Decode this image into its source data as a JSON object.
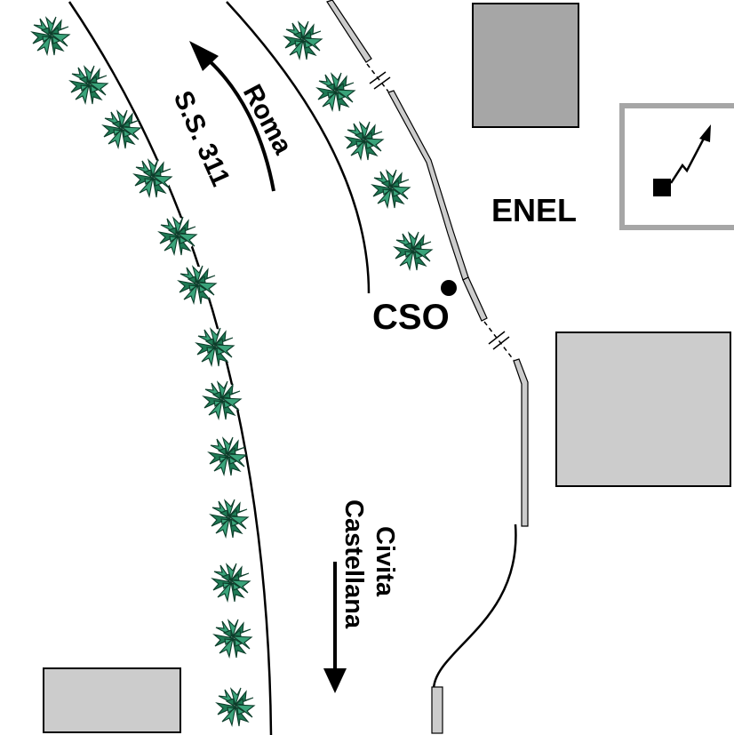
{
  "labels": {
    "ss_road": "S.S. 311",
    "roma": "Roma",
    "civita_line1": "Civita",
    "civita_line2": "Castellana",
    "enel": "ENEL",
    "cso": "CSO"
  },
  "icons": {
    "substation": "power-substation-icon",
    "tree": "tree-icon",
    "direction_north": "arrow-up-icon",
    "direction_south": "arrow-down-icon"
  },
  "colors": {
    "tree_fill": "#3aa37a",
    "tree_stroke": "#0c3d2a",
    "building_light": "#cccccc",
    "building_dark": "#a6a6a6",
    "enel_border": "#a6a6a6"
  }
}
